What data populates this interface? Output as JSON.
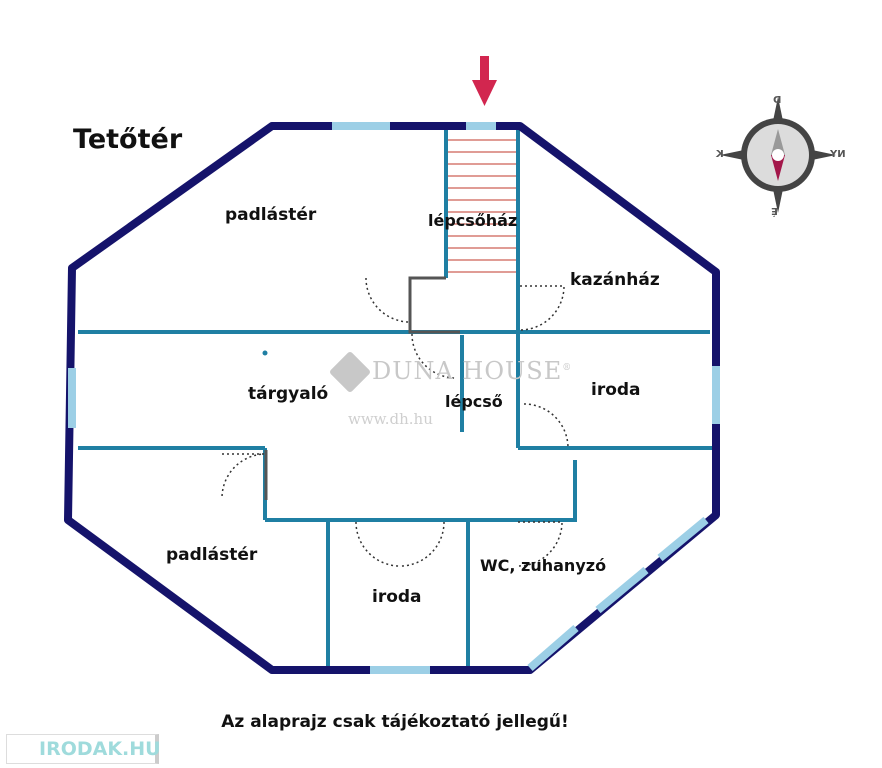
{
  "title": "Tetőtér",
  "rooms": {
    "padlaster_top": "padlástér",
    "lepcsohaz": "lépcsőház",
    "kazanhaz": "kazánház",
    "targyalo": "tárgyaló",
    "lepcso": "lépcső",
    "iroda_right": "iroda",
    "padlaster_bottom": "padlástér",
    "iroda_bottom": "iroda",
    "wc": "WC, zuhanyzó"
  },
  "disclaimer": "Az alaprajz csak tájékoztató jellegű!",
  "watermark": {
    "brand": "DUNA HOUSE",
    "reg": "®",
    "url": "www.dh.hu"
  },
  "logo": "IRODAK.HU",
  "compass": {
    "north": "É",
    "south": "D",
    "east": "K",
    "west": "NY"
  },
  "colors": {
    "outer_wall": "#15136b",
    "inner_wall": "#1f7fa3",
    "window": "#9ccfe6",
    "arrow": "#d2264f",
    "stairs": "#c0392b"
  }
}
